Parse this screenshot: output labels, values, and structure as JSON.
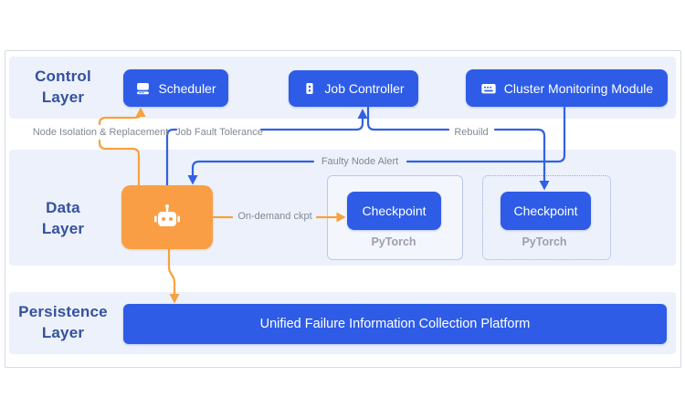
{
  "layers": {
    "control": {
      "line1": "Control",
      "line2": "Layer"
    },
    "data": {
      "line1": "Data",
      "line2": "Layer"
    },
    "persistence": {
      "line1": "Persistence",
      "line2": "Layer"
    }
  },
  "nodes": {
    "scheduler": "Scheduler",
    "job_controller": "Job Controller",
    "cluster_monitoring_module": "Cluster Monitoring Module",
    "checkpoint_1": "Checkpoint",
    "checkpoint_1_runtime": "PyTorch",
    "checkpoint_2": "Checkpoint",
    "checkpoint_2_runtime": "PyTorch",
    "platform": "Unified Failure Information Collection Platform"
  },
  "connectors": {
    "node_isolation": "Node Isolation & Replacement",
    "job_fault_tolerance": "Job Fault Tolerance",
    "rebuild": "Rebuild",
    "faulty_node_alert": "Faulty Node Alert",
    "on_demand_ckpt": "On-demand ckpt"
  },
  "icons": {
    "scheduler": "scheduler-drive-icon",
    "job_controller": "job-controller-icon",
    "cluster_monitoring": "monitoring-keyboard-icon",
    "agent": "robot-icon"
  },
  "colors": {
    "node_blue": "#2e5ce6",
    "agent_orange": "#f99e44",
    "band_lavender": "#edf1fb",
    "layer_text_blue": "#33519f",
    "connector_blue": "#3161e4",
    "connector_orange": "#f8a13d",
    "label_gray": "#818894"
  }
}
